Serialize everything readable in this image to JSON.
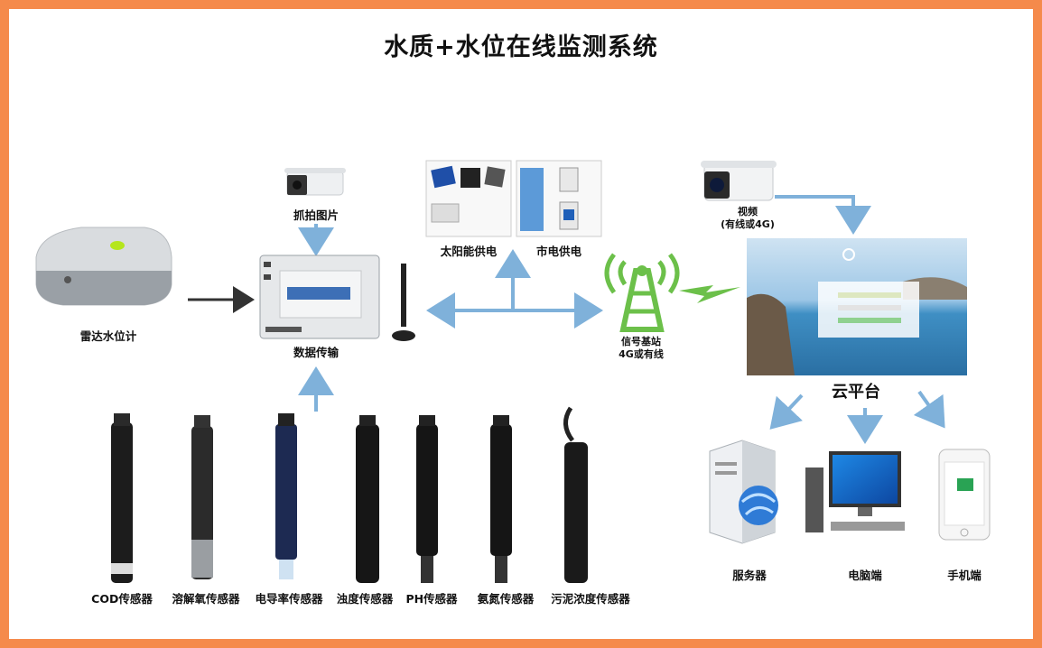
{
  "title": "水质+水位在线监测系统",
  "colors": {
    "border": "#f58a4b",
    "arrow": "#7fb1da",
    "tower": "#6cc04a",
    "dark_arrow": "#333333"
  },
  "nodes": {
    "radar": "雷达水位计",
    "snapshot": "抓拍图片",
    "data_transfer": "数据传输",
    "solar": "太阳能供电",
    "mains": "市电供电",
    "video": "视频",
    "video_sub": "(有线或4G)",
    "base_station": "信号基站",
    "base_station_sub": "4G或有线",
    "cloud": "云平台",
    "server": "服务器",
    "pc": "电脑端",
    "phone": "手机端"
  },
  "sensors": [
    "COD传感器",
    "溶解氧传感器",
    "电导率传感器",
    "浊度传感器",
    "PH传感器",
    "氨氮传感器",
    "污泥浓度传感器"
  ]
}
